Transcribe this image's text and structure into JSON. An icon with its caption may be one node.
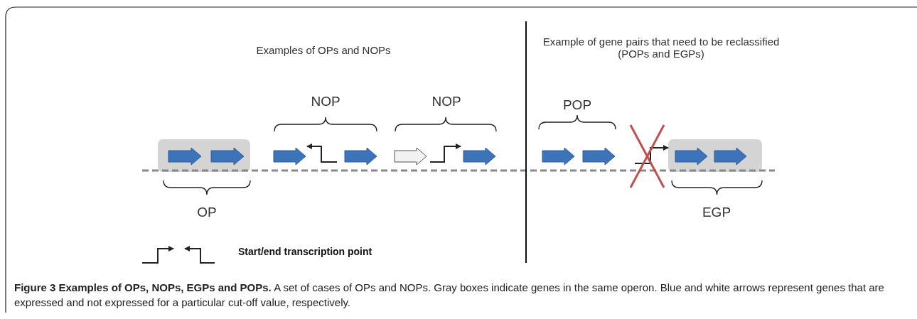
{
  "diagram": {
    "caption": "**Figure 3 Examples of OPs, NOPs, EGPs and POPs.** A set of cases of OPs and NOPs. Gray boxes indicate genes in the same operon. Blue and white arrows represent genes that are expressed and not expressed for a particular cut-off value, respectively.",
    "labels": [
      "Examples of OPs and NOPs",
      "Example of gene pairs that need to be reclassified (POPs and EGPs)",
      "NOP",
      "NOP",
      "POP",
      "OP",
      "EGP"
    ],
    "legend": [
      {
        "text": "Start/end transcription point"
      }
    ]
  }
}
